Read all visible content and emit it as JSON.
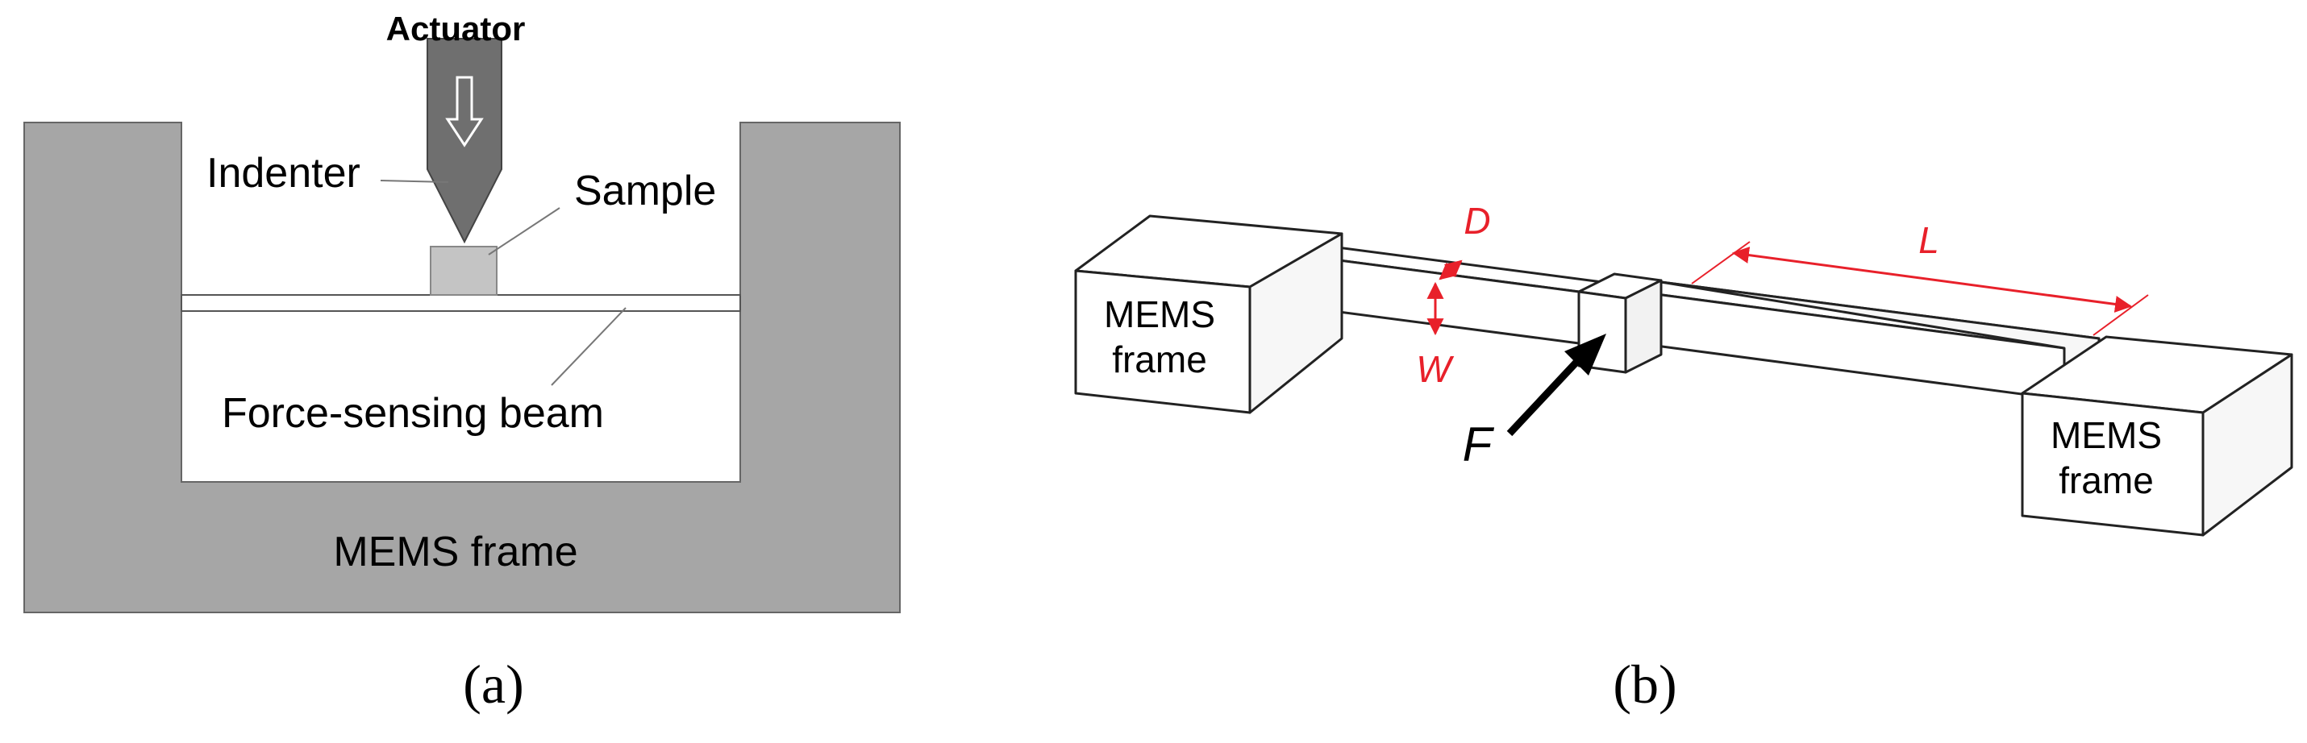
{
  "panel_a": {
    "actuator_label": "Actuator",
    "indenter_label": "Indenter",
    "sample_label": "Sample",
    "beam_label": "Force-sensing beam",
    "frame_label": "MEMS frame",
    "caption": "(a)"
  },
  "panel_b": {
    "left_frame_line1": "MEMS",
    "left_frame_line2": "frame",
    "right_frame_line1": "MEMS",
    "right_frame_line2": "frame",
    "dim_d": "D",
    "dim_w": "W",
    "dim_l": "L",
    "force": "F",
    "caption": "(b)"
  },
  "colors": {
    "frame_gray": "#a6a6a6",
    "actuator_gray": "#6f6f6f",
    "sample_gray": "#c4c4c4",
    "dimension_red": "#e8202a"
  }
}
